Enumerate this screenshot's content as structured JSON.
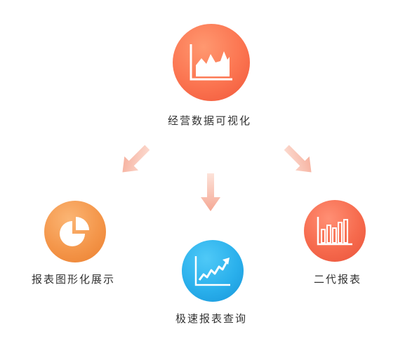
{
  "nodes": {
    "top": {
      "label": "经营数据可视化",
      "icon": "area-chart-icon",
      "color": "#fb7450"
    },
    "left": {
      "label": "报表图形化展示",
      "icon": "pie-chart-icon",
      "color": "#f4964a"
    },
    "center": {
      "label": "极速报表查询",
      "icon": "trending-line-icon",
      "color": "#2ab0ec"
    },
    "right": {
      "label": "二代报表",
      "icon": "bar-chart-icon",
      "color": "#f66a4d"
    }
  },
  "arrows": {
    "color": "#f5a894"
  }
}
